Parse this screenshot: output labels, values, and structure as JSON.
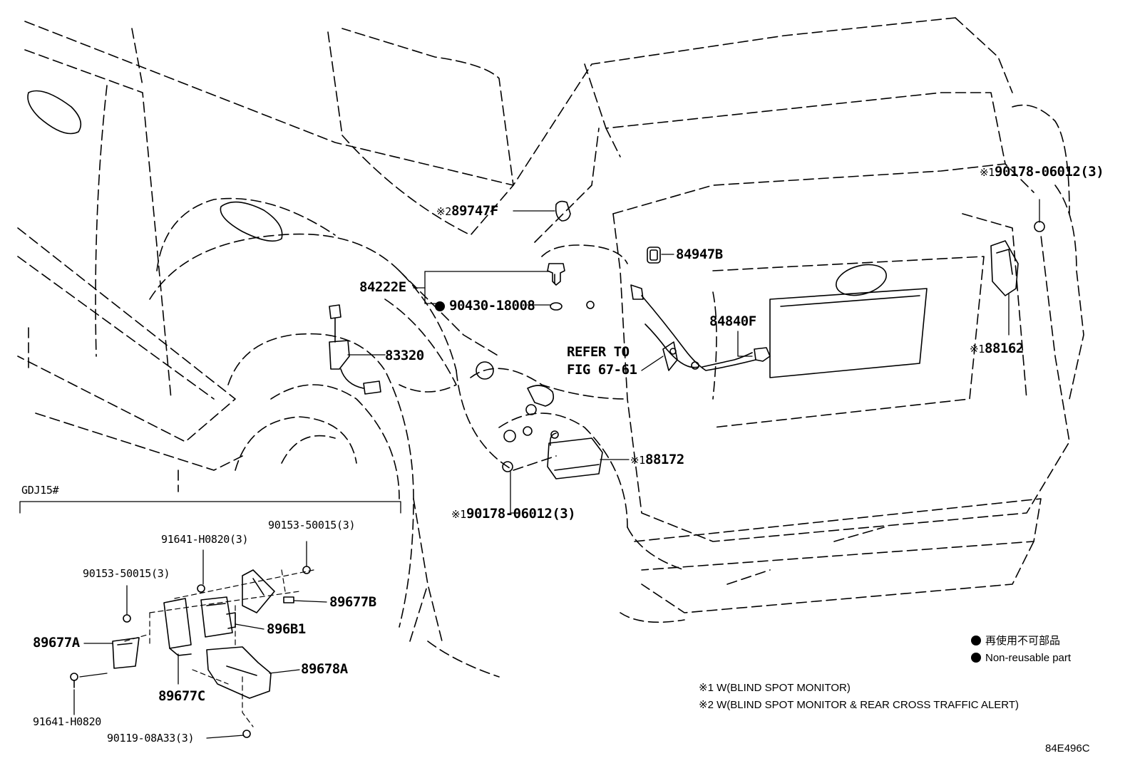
{
  "callouts": {
    "p89747f": {
      "mark": "※2",
      "num": "89747F"
    },
    "p84947b": {
      "num": "84947B"
    },
    "p84222e": {
      "num": "84222E"
    },
    "p90430": {
      "num": "90430-18008"
    },
    "p84840f": {
      "num": "84840F"
    },
    "p83320": {
      "num": "83320"
    },
    "refer": {
      "line1": "REFER TO",
      "line2": "FIG 67-61"
    },
    "p88172": {
      "mark": "※1",
      "num": "88172"
    },
    "p90178a": {
      "mark": "※1",
      "num": "90178-06012(3)"
    },
    "p90178b": {
      "mark": "※1",
      "num": "90178-06012(3)"
    },
    "p88162": {
      "mark": "※1",
      "num": "88162"
    }
  },
  "inset": {
    "title": "GDJ15#",
    "parts": {
      "p91641a": "91641-H0820(3)",
      "p90153a": "90153-50015(3)",
      "p90153b": "90153-50015(3)",
      "p89677b": "89677B",
      "p896b1": "896B1",
      "p89677a": "89677A",
      "p89678a": "89678A",
      "p89677c": "89677C",
      "p91641b": "91641-H0820",
      "p90119": "90119-08A33(3)"
    }
  },
  "legend": {
    "jp": "再使用不可部品",
    "en": "Non-reusable part",
    "note1": "※1 W(BLIND SPOT MONITOR)",
    "note2": "※2 W(BLIND SPOT MONITOR & REAR CROSS TRAFFIC ALERT)"
  },
  "figure_code": "84E496C"
}
